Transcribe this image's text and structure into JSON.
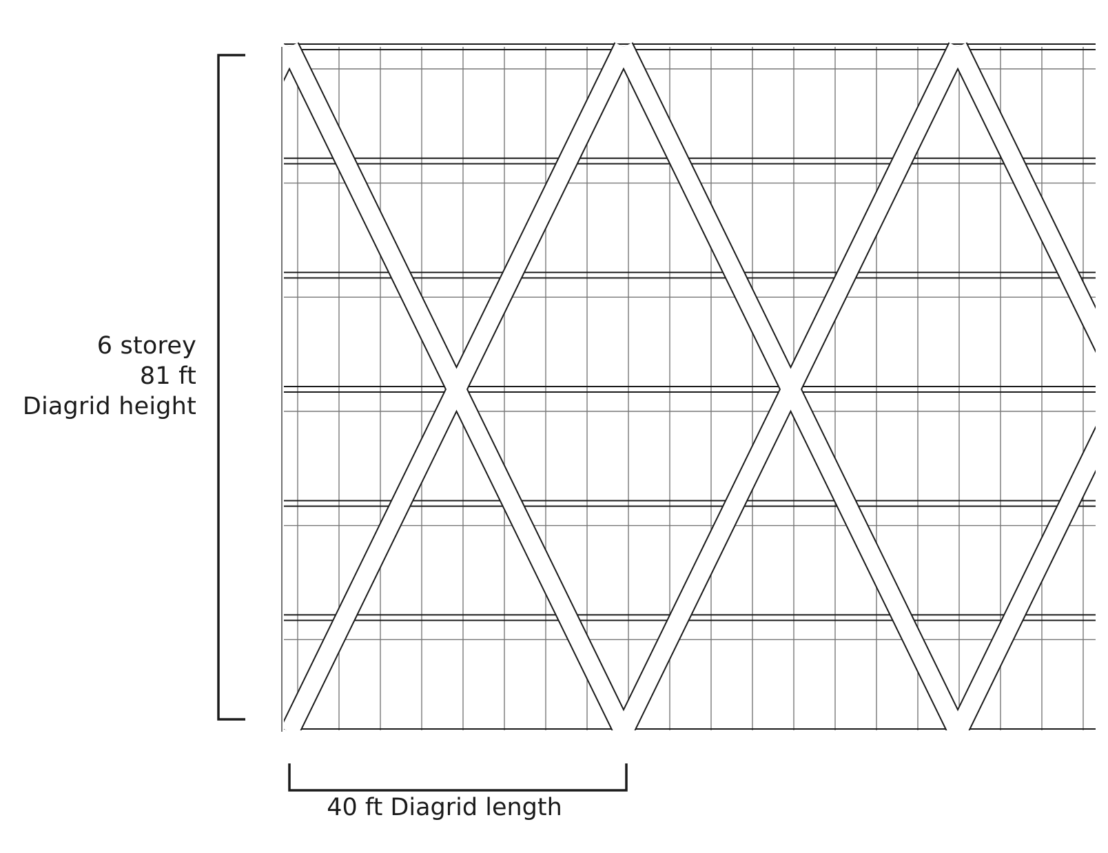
{
  "dimensions": {
    "height": {
      "line1": "6 storey",
      "line2": "81 ft",
      "line3": "Diagrid height"
    },
    "length": {
      "label": "40 ft Diagrid length"
    }
  },
  "structure": {
    "storeys": 6
  },
  "colors": {
    "line": "#1a1a1a",
    "thin_line": "#777777",
    "background": "#ffffff"
  }
}
